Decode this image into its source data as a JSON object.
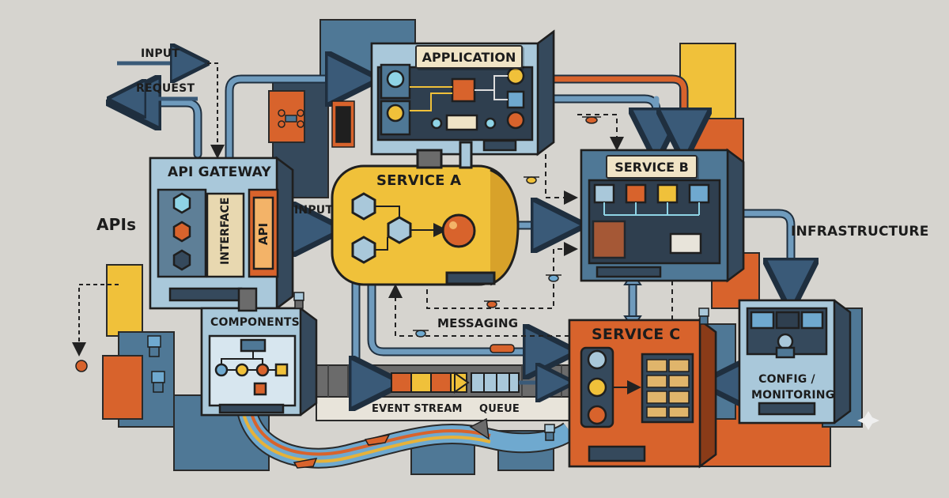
{
  "labels": {
    "input_top": "INPUT",
    "request": "REQUEST",
    "apis": "APIs",
    "api_gateway": "API GATEWAY",
    "interface": "INTERFACE",
    "api": "API",
    "input_mid": "INPUT",
    "application": "APPLICATION",
    "service_a": "SERVICE A",
    "service_b": "SERVICE B",
    "service_c": "SERVICE C",
    "infrastructure": "INFRASTRUCTURE",
    "components": "COMPONENTS",
    "messaging": "MESSAGING",
    "event_stream": "EVENT STREAM",
    "queue": "QUEUE",
    "config_monitoring": "CONFIG / MONITORING"
  },
  "colors": {
    "background": "#d6d4cf",
    "steel_blue": "#4f7896",
    "light_blue": "#a9c8da",
    "orange": "#d8632c",
    "yellow": "#f0c13a",
    "dark_slate": "#35495c",
    "pipe": "#5d86a6"
  }
}
